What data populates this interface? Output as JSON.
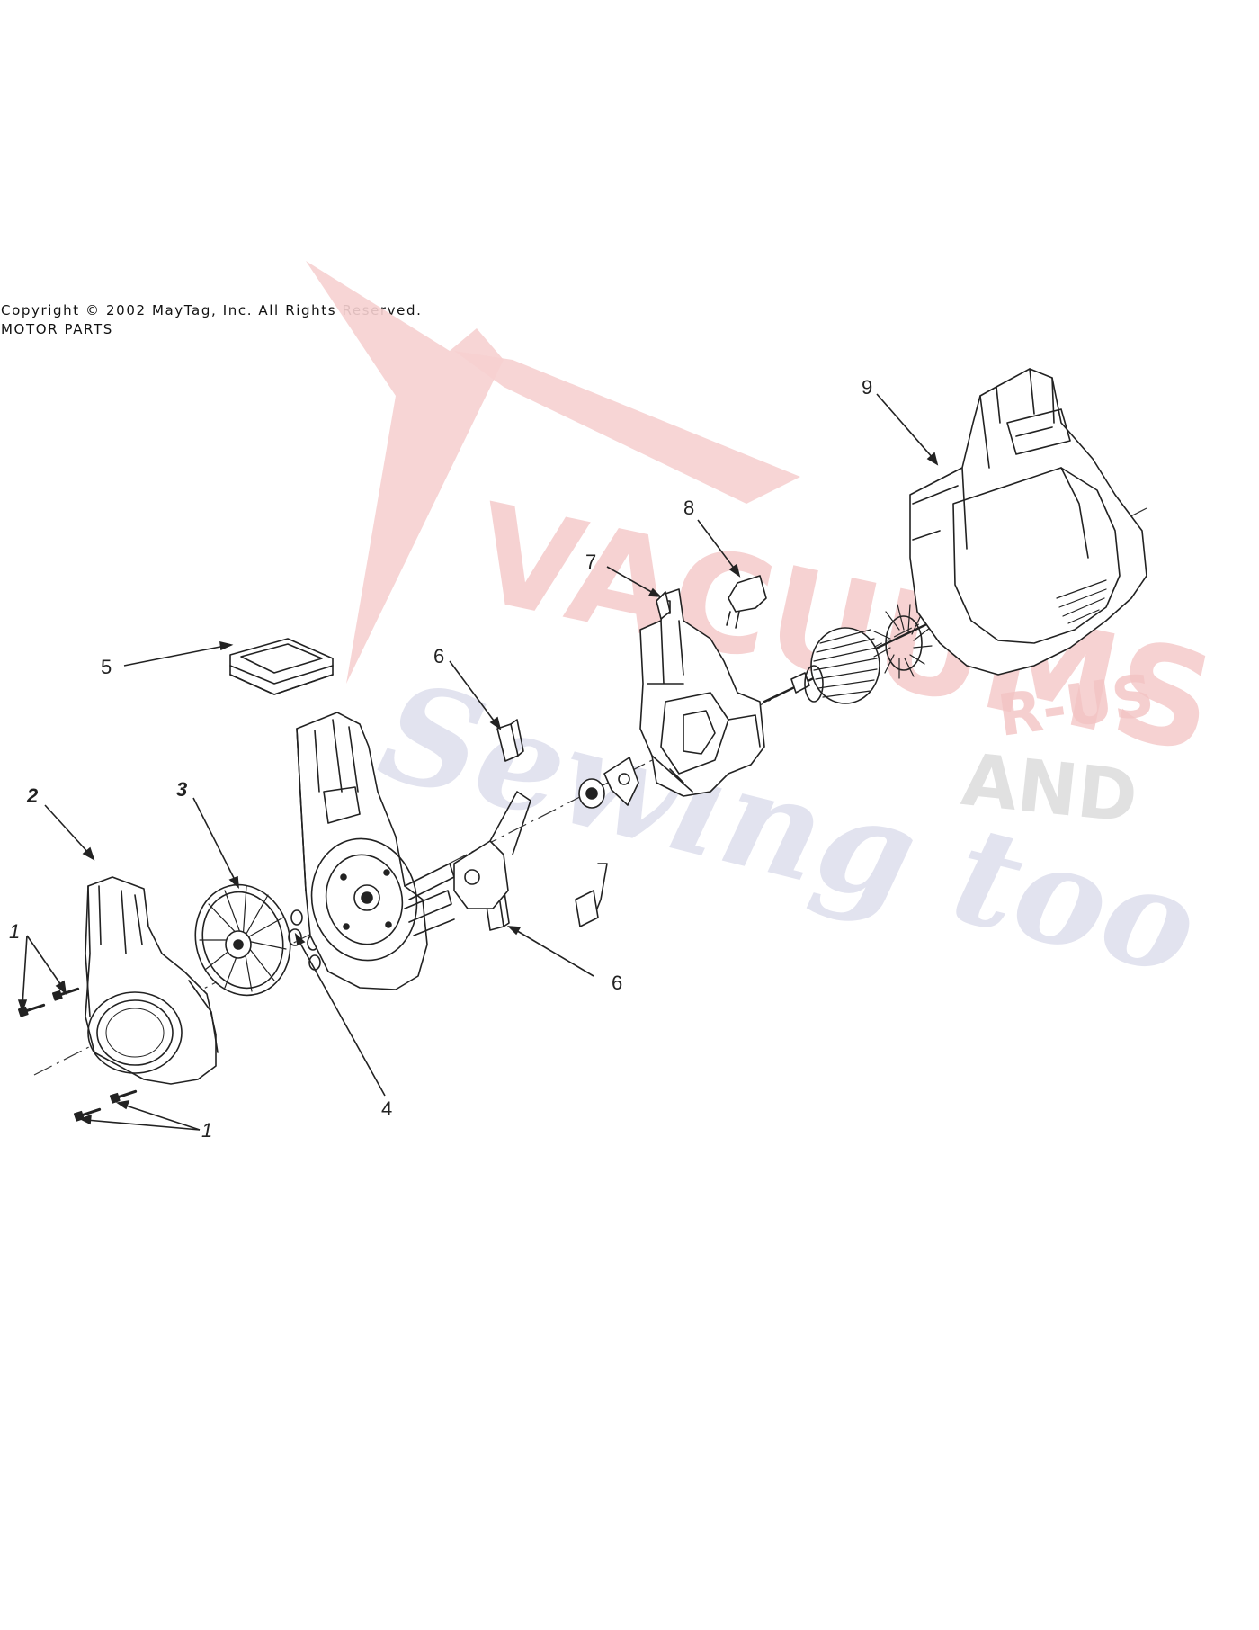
{
  "header": {
    "copyright": "Copyright © 2002 MayTag, Inc. All Rights Reserved.",
    "section_title": "MOTOR PARTS"
  },
  "watermark": {
    "line1": "VACUUMS",
    "suffix": "R-US",
    "line2": "AND",
    "line3": "Sewing too",
    "colors": {
      "red": "#f3c4c4",
      "gray": "#e1e1e1",
      "blue": "#e2e3ef"
    }
  },
  "callouts": {
    "c1a": "1",
    "c1b": "1",
    "c2": "2",
    "c3": "3",
    "c4": "4",
    "c5": "5",
    "c6a": "6",
    "c6b": "6",
    "c7": "7",
    "c8": "8",
    "c9": "9"
  },
  "parts_icons": [
    "screw-icon",
    "fan-housing-icon",
    "impeller-icon",
    "washer-icon",
    "filter-icon",
    "brush-holder-icon",
    "switch-icon",
    "motor-cover-icon",
    "armature-icon",
    "end-bracket-icon"
  ]
}
